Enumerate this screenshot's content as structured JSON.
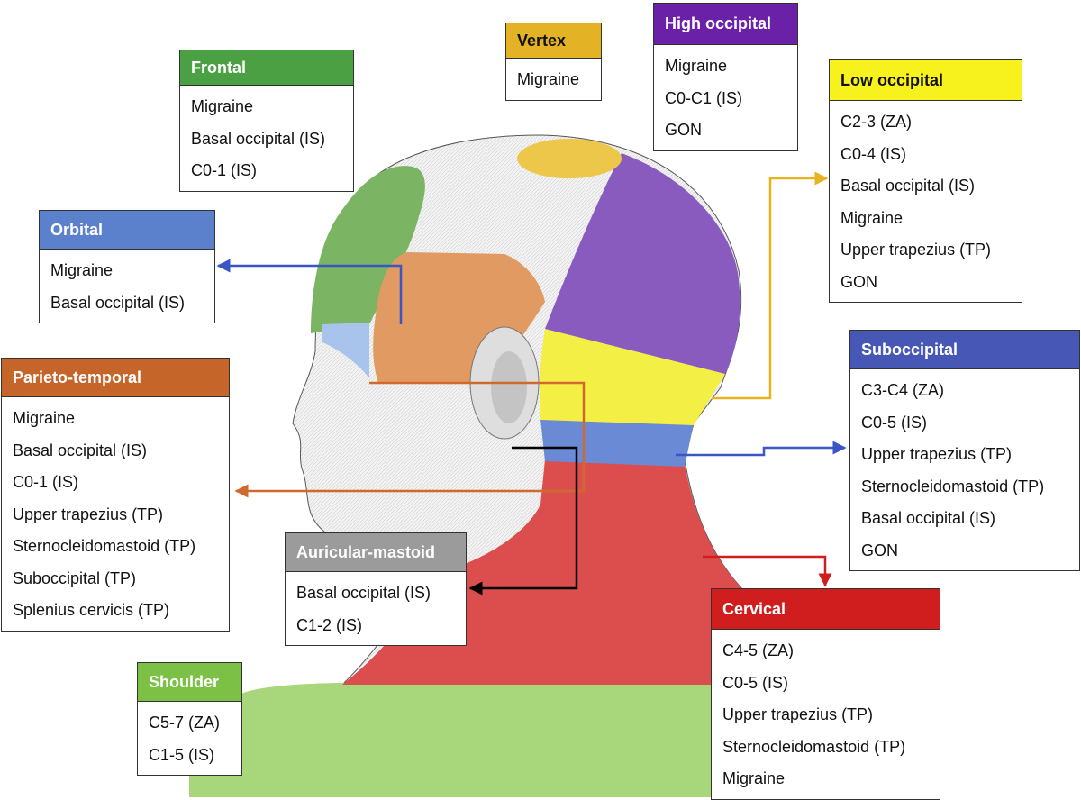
{
  "colors": {
    "frontal": "#4aa043",
    "orbital": "#5b80cc",
    "vertex": "#e3b225",
    "high_occipital": "#6a21a8",
    "low_occipital": "#f7f21e",
    "suboccipital": "#4657b5",
    "parieto_temporal": "#c5652a",
    "auricular_mastoid": "#9b9b9b",
    "cervical": "#d01e1e",
    "shoulder": "#7cc146"
  },
  "regions": {
    "frontal": {
      "title": "Frontal",
      "items": [
        "Migraine",
        "Basal occipital (IS)",
        "C0-1 (IS)"
      ]
    },
    "vertex": {
      "title": "Vertex",
      "items": [
        "Migraine"
      ]
    },
    "high_occipital": {
      "title": "High occipital",
      "items": [
        "Migraine",
        "C0-C1 (IS)",
        "GON"
      ]
    },
    "low_occipital": {
      "title": "Low occipital",
      "items": [
        "C2-3 (ZA)",
        "C0-4 (IS)",
        "Basal occipital (IS)",
        "Migraine",
        "Upper trapezius (TP)",
        "GON"
      ]
    },
    "orbital": {
      "title": "Orbital",
      "items": [
        "Migraine",
        "Basal occipital (IS)"
      ]
    },
    "suboccipital": {
      "title": "Suboccipital",
      "items": [
        "C3-C4 (ZA)",
        "C0-5 (IS)",
        "Upper trapezius (TP)",
        "Sternocleidomastoid (TP)",
        "Basal occipital (IS)",
        "GON"
      ]
    },
    "parieto_temporal": {
      "title": "Parieto-temporal",
      "items": [
        "Migraine",
        "Basal occipital (IS)",
        "C0-1 (IS)",
        "Upper trapezius (TP)",
        "Sternocleidomastoid (TP)",
        "Suboccipital (TP)",
        "Splenius cervicis (TP)"
      ]
    },
    "auricular_mastoid": {
      "title": "Auricular-mastoid",
      "items": [
        "Basal occipital (IS)",
        "C1-2 (IS)"
      ]
    },
    "cervical": {
      "title": "Cervical",
      "items": [
        "C4-5 (ZA)",
        "C0-5 (IS)",
        "Upper trapezius (TP)",
        "Sternocleidomastoid (TP)",
        "Migraine"
      ]
    },
    "shoulder": {
      "title": "Shoulder",
      "items": [
        "C5-7 (ZA)",
        "C1-5 (IS)"
      ]
    }
  }
}
